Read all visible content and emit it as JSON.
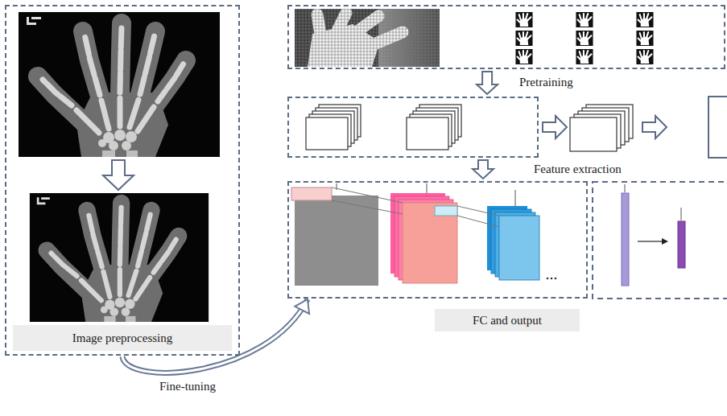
{
  "diagram": {
    "nodes": [
      {
        "text": [
          "Image preprocessing"
        ]
      },
      {
        "text": [
          "Pretraining"
        ]
      },
      {
        "text": [
          "Feature extraction"
        ]
      },
      {
        "text": [
          "FC and output"
        ]
      }
    ],
    "edges": [
      {
        "from": 1,
        "to": 2,
        "arrow": "to"
      },
      {
        "from": 2,
        "to": 3,
        "arrow": "to"
      },
      {
        "from": 0,
        "to": 3,
        "label": "Fine-tuning",
        "arrow": "to"
      }
    ]
  }
}
